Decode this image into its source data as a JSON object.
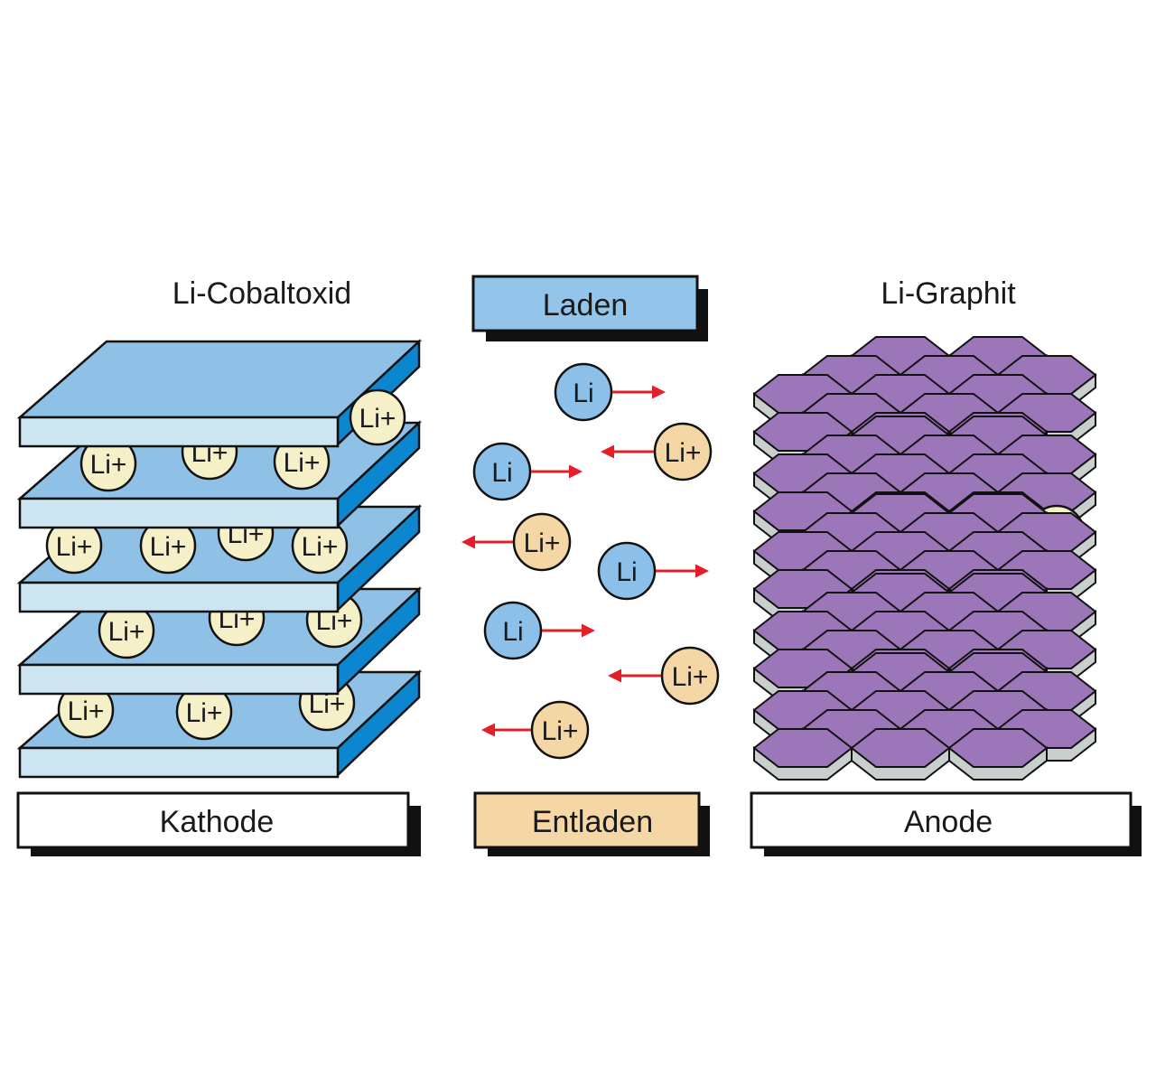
{
  "labels": {
    "cathode_material": "Li-Cobaltoxid",
    "anode_material": "Li-Graphit",
    "cathode": "Kathode",
    "anode": "Anode",
    "charge": "Laden",
    "discharge": "Entladen"
  },
  "ions": {
    "lithium": "Li",
    "lithium_ion": "Li+"
  },
  "colors": {
    "cathode_plate": "#8fc1e6",
    "cathode_plate_front": "#cde5f1",
    "cathode_plate_side": "#0b86cf",
    "graphite_top": "#9b76b9",
    "graphite_side": "#c8cfcc",
    "li_ion_fill": "#f6f0c9",
    "li_atom_fill": "#8cc0e8",
    "li_plus_fill": "#f4d7a5",
    "arrow": "#e51f2a",
    "charge_box": "#93c4e9",
    "discharge_box": "#f4d7a5"
  }
}
